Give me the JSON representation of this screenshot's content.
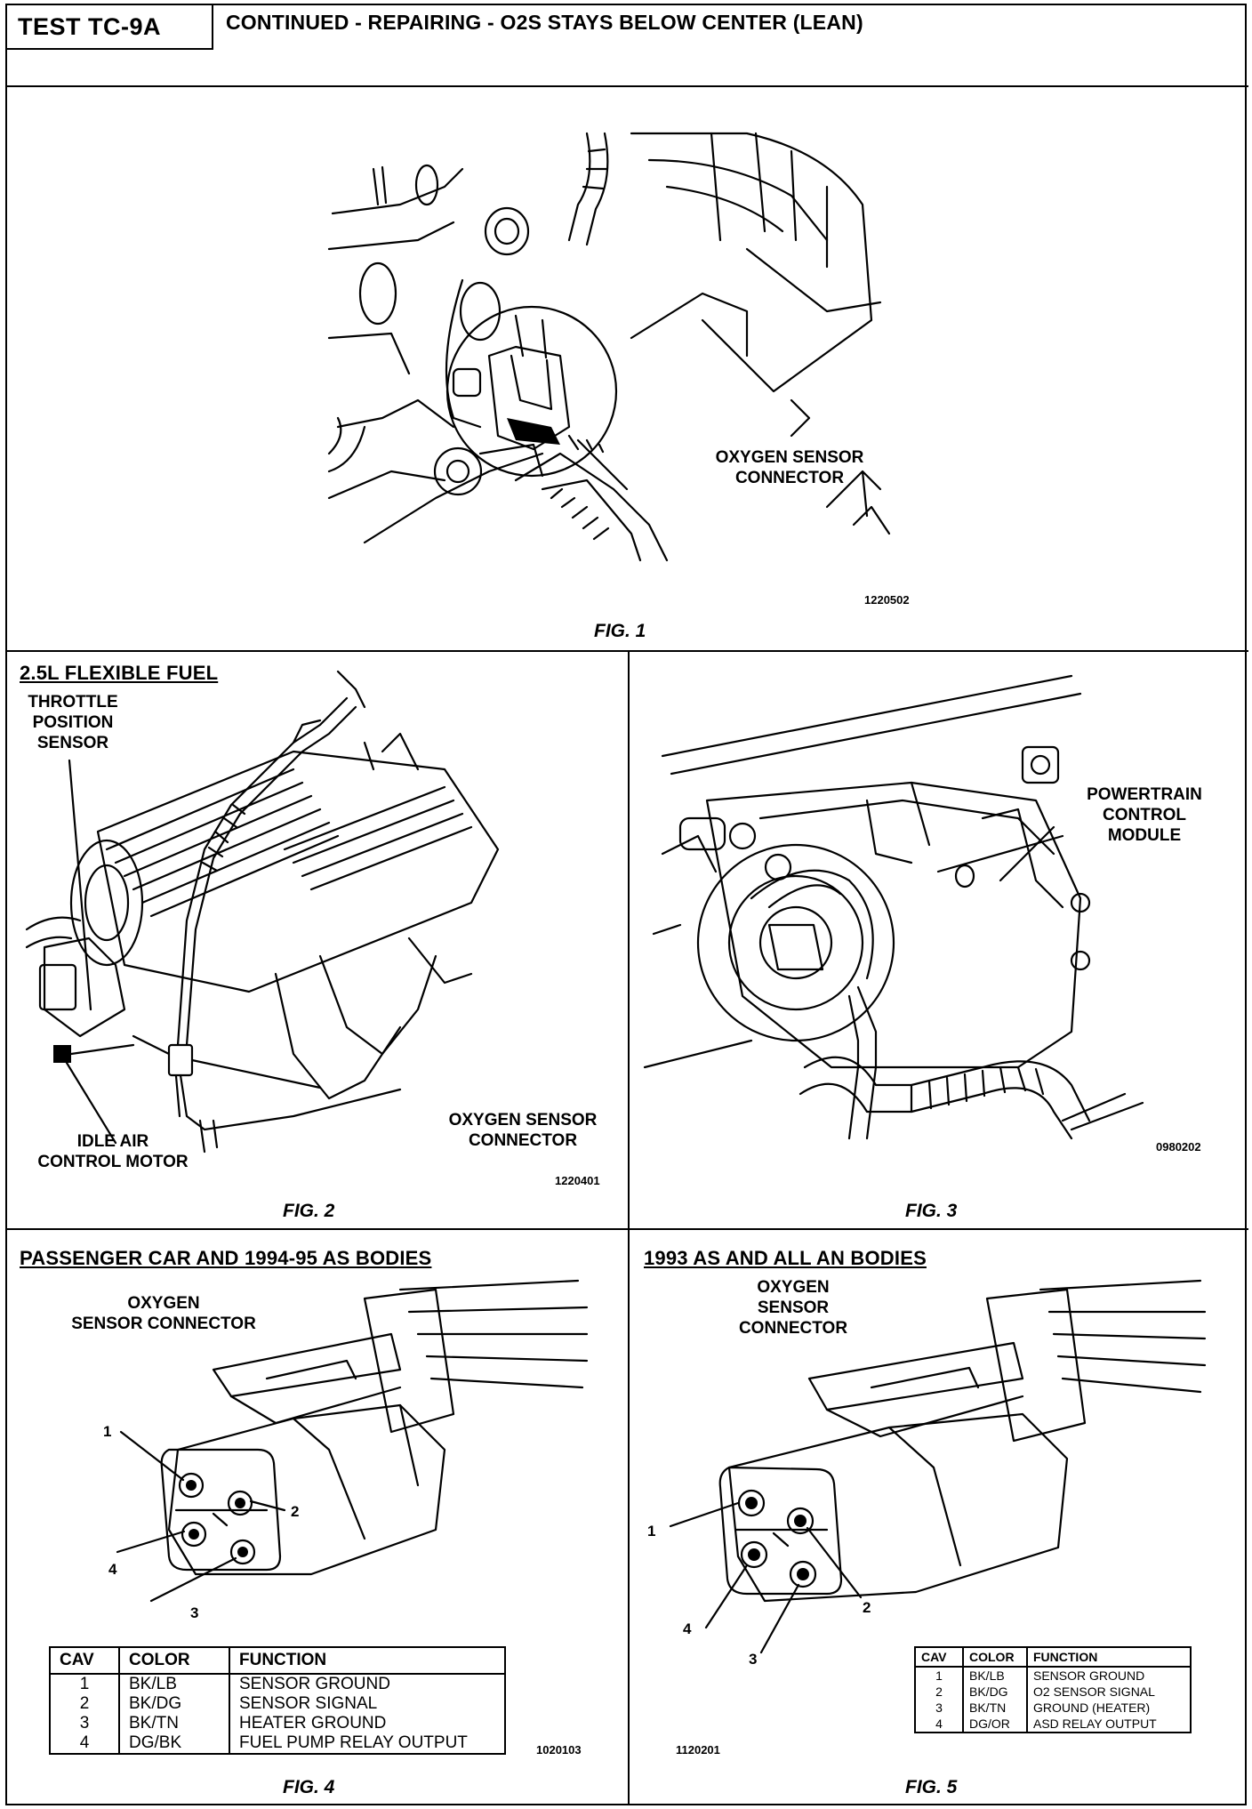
{
  "header": {
    "test_id": "TEST TC-9A",
    "title": "CONTINUED - REPAIRING - O2S STAYS BELOW CENTER (LEAN)"
  },
  "fig1": {
    "callout": "OXYGEN SENSOR\nCONNECTOR",
    "code": "1220502",
    "caption": "FIG. 1"
  },
  "fig2": {
    "section_title": "2.5L FLEXIBLE FUEL",
    "callout_tps": "THROTTLE\nPOSITION\nSENSOR",
    "callout_iac": "IDLE AIR\nCONTROL MOTOR",
    "callout_o2": "OXYGEN SENSOR\nCONNECTOR",
    "code": "1220401",
    "caption": "FIG. 2"
  },
  "fig3": {
    "callout": "POWERTRAIN\nCONTROL\nMODULE",
    "code": "0980202",
    "caption": "FIG. 3"
  },
  "fig4": {
    "section_title": "PASSENGER CAR AND 1994-95 AS BODIES",
    "callout": "OXYGEN\nSENSOR CONNECTOR",
    "pins": [
      "1",
      "2",
      "3",
      "4"
    ],
    "table": {
      "headers": [
        "CAV",
        "COLOR",
        "FUNCTION"
      ],
      "rows": [
        [
          "1",
          "BK/LB",
          "SENSOR GROUND"
        ],
        [
          "2",
          "BK/DG",
          "SENSOR SIGNAL"
        ],
        [
          "3",
          "BK/TN",
          "HEATER GROUND"
        ],
        [
          "4",
          "DG/BK",
          "FUEL PUMP RELAY OUTPUT"
        ]
      ]
    },
    "code": "1020103",
    "caption": "FIG. 4"
  },
  "fig5": {
    "section_title": "1993 AS AND ALL AN BODIES",
    "callout": "OXYGEN\nSENSOR\nCONNECTOR",
    "pins": [
      "1",
      "2",
      "3",
      "4"
    ],
    "table": {
      "headers": [
        "CAV",
        "COLOR",
        "FUNCTION"
      ],
      "rows": [
        [
          "1",
          "BK/LB",
          "SENSOR GROUND"
        ],
        [
          "2",
          "BK/DG",
          "O2 SENSOR SIGNAL"
        ],
        [
          "3",
          "BK/TN",
          "GROUND (HEATER)"
        ],
        [
          "4",
          "DG/OR",
          "ASD RELAY OUTPUT"
        ]
      ]
    },
    "code": "1120201",
    "caption": "FIG. 5"
  }
}
